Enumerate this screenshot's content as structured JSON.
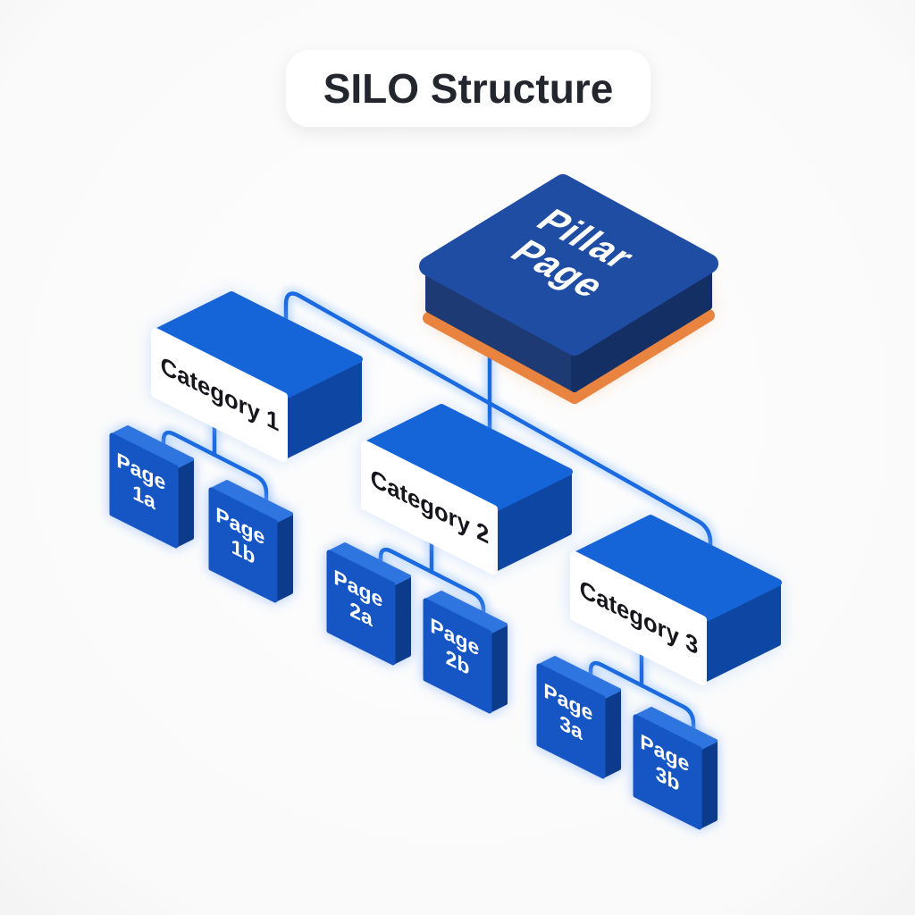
{
  "title": "SILO Structure",
  "pillar": {
    "line1": "Pillar",
    "line2": "Page"
  },
  "categories": [
    {
      "label": "Category 1",
      "pages": [
        {
          "line1": "Page",
          "line2": "1a"
        },
        {
          "line1": "Page",
          "line2": "1b"
        }
      ]
    },
    {
      "label": "Category 2",
      "pages": [
        {
          "line1": "Page",
          "line2": "2a"
        },
        {
          "line1": "Page",
          "line2": "2b"
        }
      ]
    },
    {
      "label": "Category 3",
      "pages": [
        {
          "line1": "Page",
          "line2": "3a"
        },
        {
          "line1": "Page",
          "line2": "3b"
        }
      ]
    }
  ],
  "colors": {
    "bg": "#fbfbfb",
    "title": "#23262d",
    "box-top": "#1565d8",
    "box-side": "#0f46a3",
    "band": "#ffffff",
    "page-front": "#1356c4",
    "page-side": "#0b3a8b",
    "page-top": "#2f74e0",
    "pillar-top": "#1e4da3",
    "pillar-side-l": "#1d3a74",
    "pillar-side-r": "#142f63",
    "line": "#1b6ae0",
    "halo": "#cde2ff",
    "orange": "#e98440",
    "text-dark": "#15181e",
    "text-light": "#ffffff"
  }
}
